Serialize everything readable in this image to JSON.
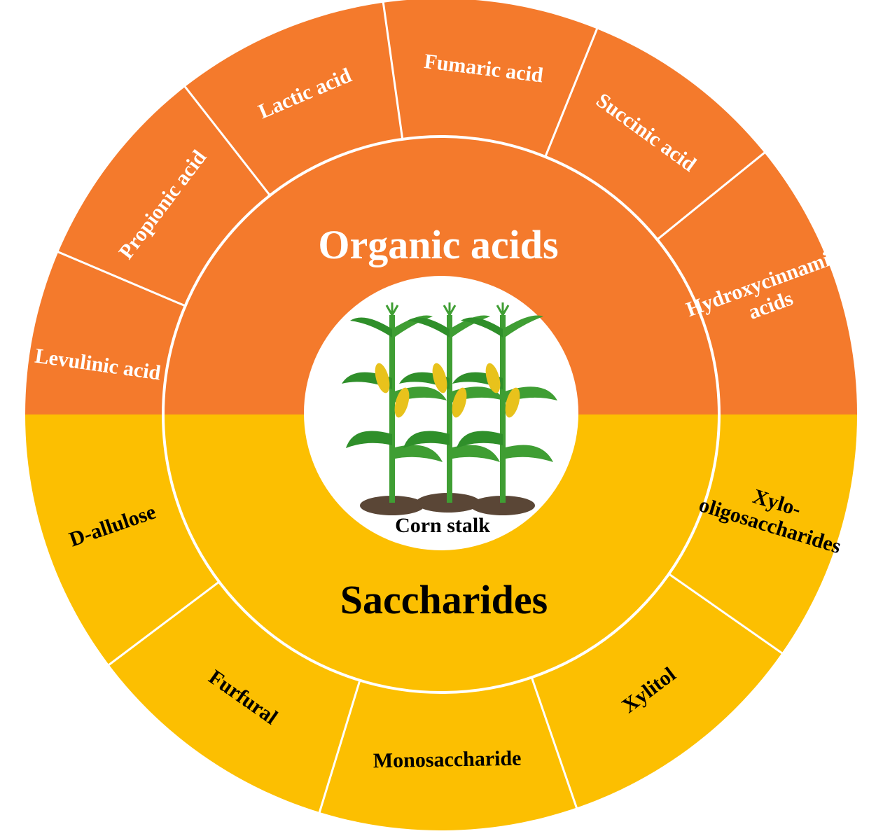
{
  "colors": {
    "organic_acids": "#F47A2C",
    "saccharides": "#FCBF01",
    "divider": "#FFFFFF",
    "organic_text": "#FFFFFF",
    "saccharide_text": "#000000",
    "stalk": "#3F9E33",
    "leaf": "#2F8F2A",
    "ear": "#E8C21C",
    "soil": "#5A4636"
  },
  "center": {
    "label": "Corn stalk",
    "image_icon": "corn-plant-icon"
  },
  "groups": [
    {
      "id": "organic-acids",
      "title": "Organic acids",
      "items": [
        {
          "label": "Levulinic acid"
        },
        {
          "label": "Propionic acid"
        },
        {
          "label": "Lactic acid"
        },
        {
          "label": "Fumaric acid"
        },
        {
          "label": "Succinic acid"
        },
        {
          "label": "Hydroxycinnamic acids",
          "lines": [
            "Hydroxycinnamic",
            "acids"
          ]
        }
      ]
    },
    {
      "id": "saccharides",
      "title": "Saccharides",
      "items": [
        {
          "label": "Xylo-oligosaccharides",
          "lines": [
            "Xylo-",
            "oligosaccharides"
          ]
        },
        {
          "label": "Xylitol"
        },
        {
          "label": "Monosaccharide"
        },
        {
          "label": "Furfural"
        },
        {
          "label": "D-allulose"
        }
      ]
    }
  ]
}
